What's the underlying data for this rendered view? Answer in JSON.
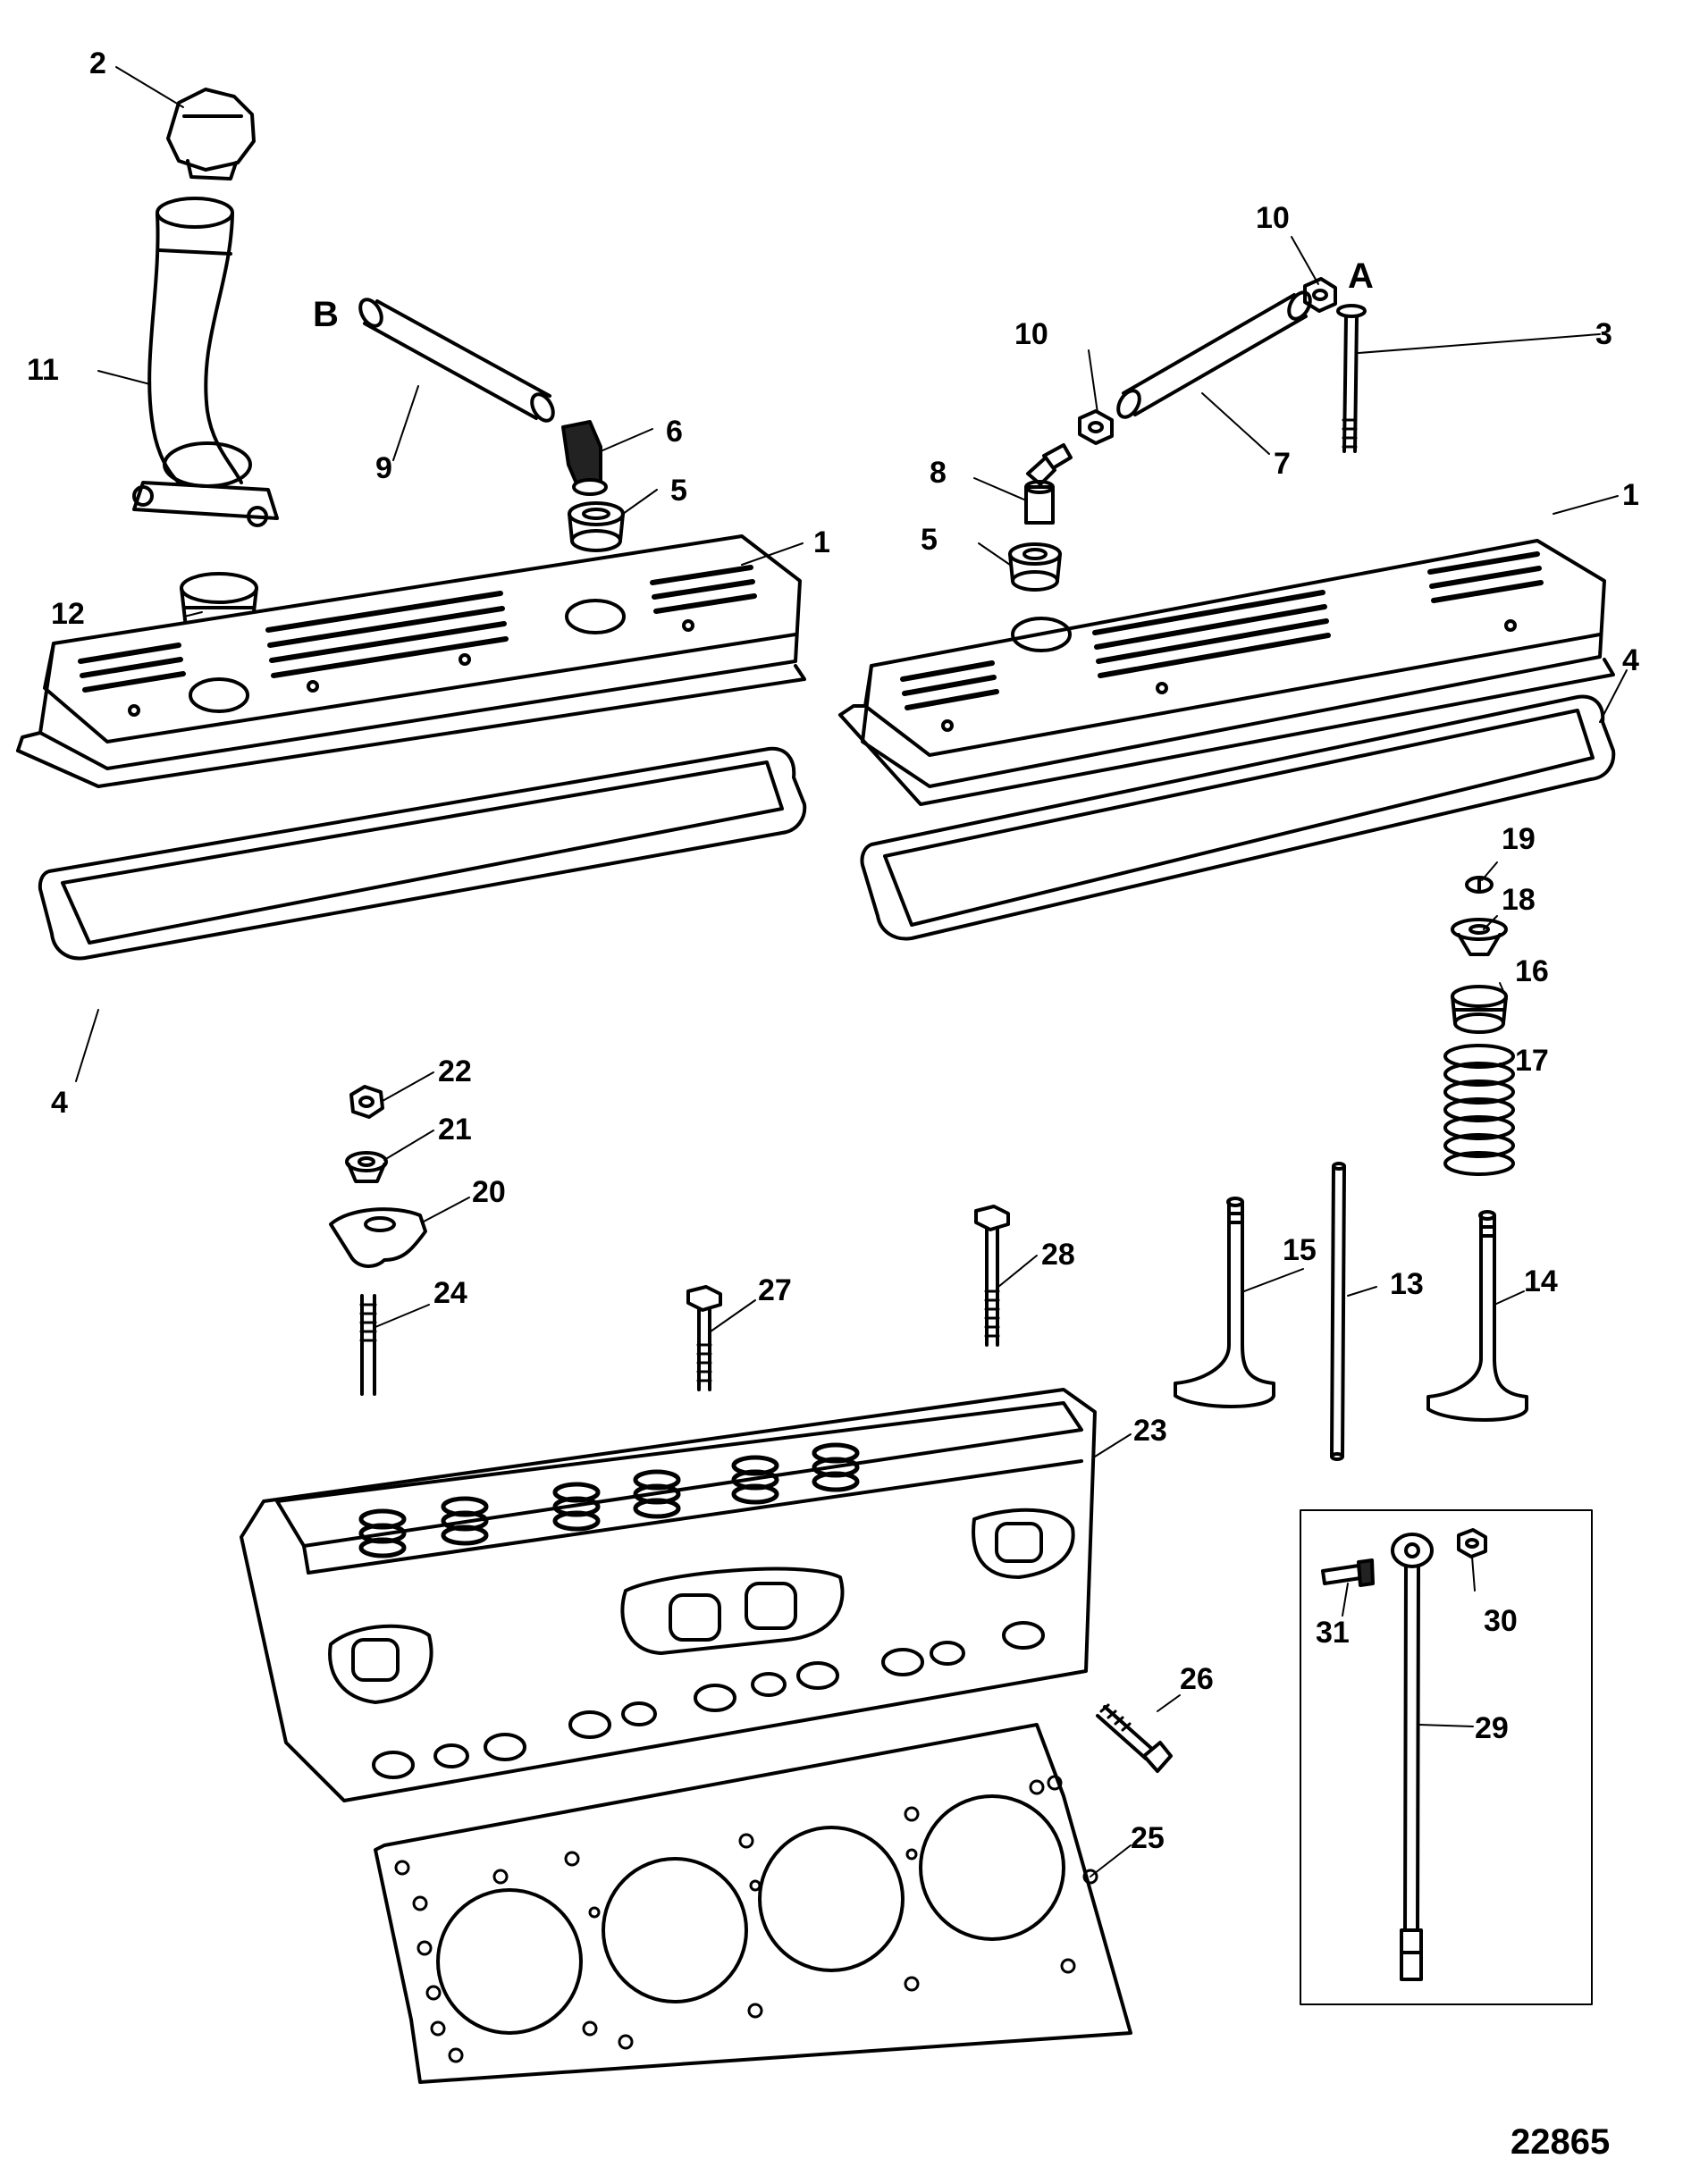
{
  "diagram": {
    "figure_number": "22865",
    "view_letters": {
      "a": "A",
      "b": "B"
    },
    "callouts": {
      "c1_left": "1",
      "c1_right": "1",
      "c2": "2",
      "c3": "3",
      "c4_left": "4",
      "c4_right": "4",
      "c5_left": "5",
      "c5_right": "5",
      "c6": "6",
      "c7": "7",
      "c8": "8",
      "c9": "9",
      "c10_top": "10",
      "c10_mid": "10",
      "c11": "11",
      "c12": "12",
      "c13": "13",
      "c14": "14",
      "c15": "15",
      "c16": "16",
      "c17": "17",
      "c18": "18",
      "c19": "19",
      "c20": "20",
      "c21": "21",
      "c22": "22",
      "c23": "23",
      "c24": "24",
      "c25": "25",
      "c26": "26",
      "c27": "27",
      "c28": "28",
      "c29": "29",
      "c30": "30",
      "c31": "31"
    }
  }
}
